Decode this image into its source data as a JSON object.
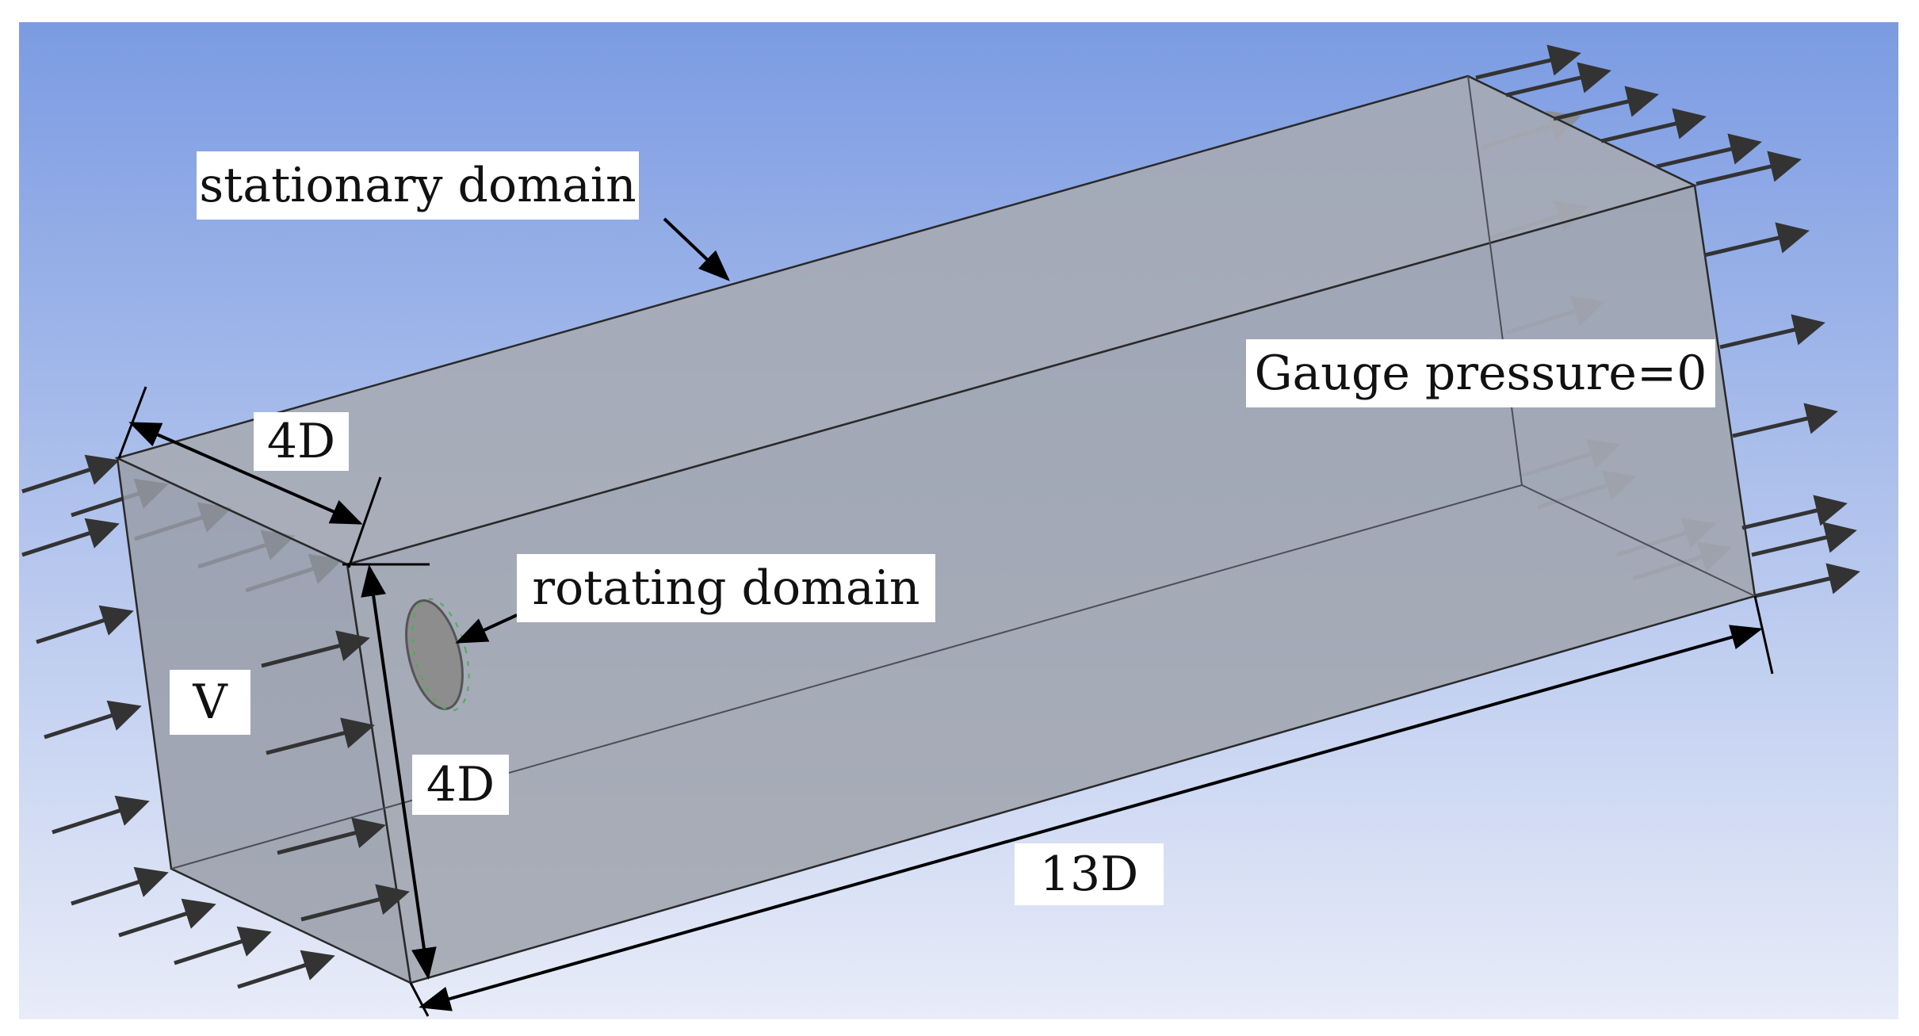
{
  "labels": {
    "stationary_domain": "stationary domain",
    "rotating_domain": "rotating domain",
    "gauge_pressure": "Gauge pressure=0",
    "inlet_velocity": "V",
    "domain_width": "4D",
    "domain_height": "4D",
    "domain_length": "13D"
  },
  "colors": {
    "background_top": "#7b9be2",
    "background_bottom": "#e8ecf8",
    "domain_face": "#9ea3ad",
    "domain_edge": "#2a2a2a",
    "flow_arrow": "#333333",
    "rotating_disk": "#8d8d8d",
    "rotating_disk_markers": "#4caf50",
    "label_background": "#ffffff",
    "dimension_line": "#000000"
  },
  "icons": {
    "flow_arrow": "arrow-right-icon",
    "dimension_arrow": "double-arrow-icon",
    "rotating_domain": "disk-icon"
  }
}
